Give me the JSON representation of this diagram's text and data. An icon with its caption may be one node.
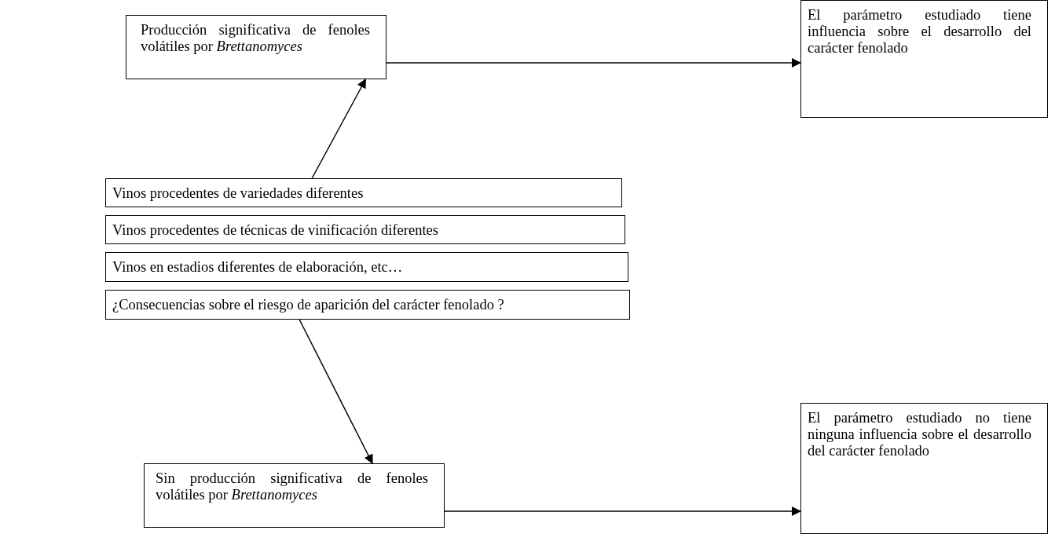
{
  "diagram": {
    "nodes": [
      {
        "text": [
          "Producción significativa de fenoles volátiles por *Brettanomyces*"
        ]
      },
      {
        "text": [
          "El parámetro estudiado tiene influencia sobre el desarrollo del carácter fenolado"
        ]
      },
      {
        "text": [
          "Vinos procedentes de variedades diferentes"
        ]
      },
      {
        "text": [
          "Vinos procedentes de técnicas de vinificación diferentes"
        ]
      },
      {
        "text": [
          "Vinos en estadios diferentes de elaboración, etc…"
        ]
      },
      {
        "text": [
          "¿Consecuencias sobre el riesgo de aparición del carácter fenolado ?"
        ]
      },
      {
        "text": [
          "Sin producción significativa de fenoles volátiles por *Brettanomyces*"
        ]
      },
      {
        "text": [
          "El parámetro estudiado no tiene ninguna influencia sobre el desarrollo del carácter fenolado"
        ]
      }
    ],
    "edges": [
      {
        "from": 0,
        "to": 1,
        "arrow": "to"
      },
      {
        "from": 2,
        "to": 0,
        "arrow": "to"
      },
      {
        "from": 5,
        "to": 6,
        "arrow": "to"
      },
      {
        "from": 6,
        "to": 7,
        "arrow": "to"
      }
    ]
  }
}
